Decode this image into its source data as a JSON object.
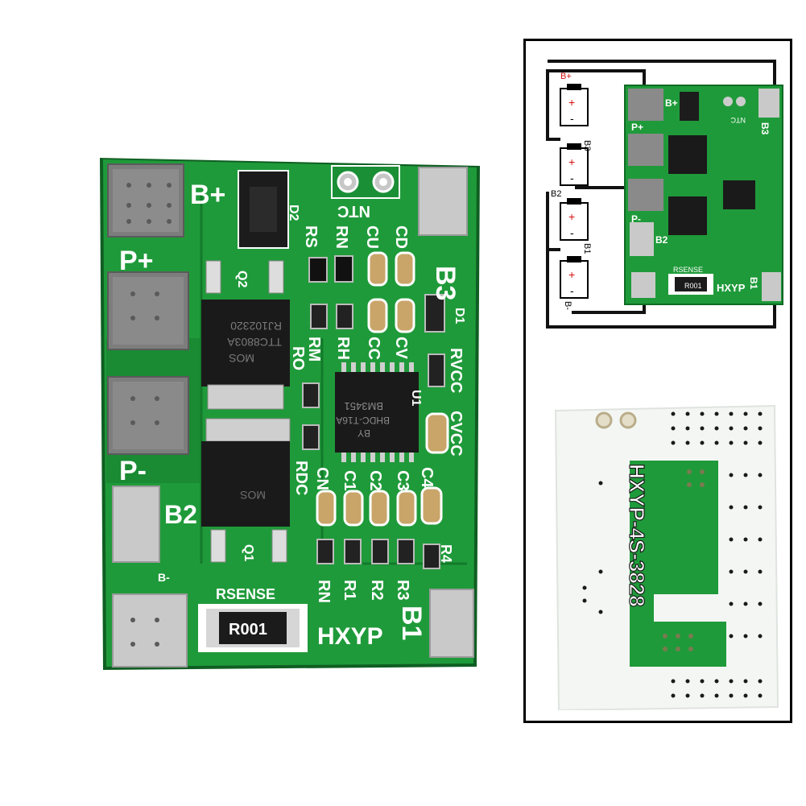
{
  "main_board": {
    "labels": {
      "b_plus": "B+",
      "p_plus": "P+",
      "p_minus": "P-",
      "b2": "B2",
      "b_minus": "B-",
      "b3": "B3",
      "b1": "B1",
      "ntc": "NTC",
      "d2": "D2",
      "d1": "D1",
      "q2": "Q2",
      "q1": "Q1",
      "u1": "U1",
      "rs": "RS",
      "rn_top": "RN",
      "cu": "CU",
      "cd": "CD",
      "rh": "RH",
      "ro": "RO",
      "rm": "RM",
      "cc": "CC",
      "cv": "CV",
      "rvcc": "RVCC",
      "cvcc": "CVCC",
      "rdc": "RDC",
      "cn": "CN",
      "c1": "C1",
      "c2": "C2",
      "c3": "C3",
      "c4": "C4",
      "r4": "R4",
      "rn_bottom": "RN",
      "r1": "R1",
      "r2": "R2",
      "r3": "R3",
      "rsense": "RSENSE",
      "rsense_value": "R001",
      "brand": "HXYP",
      "mosfet_text": "MOS",
      "mosfet_part": "TTC8803A",
      "mosfet_code": "RJ102320",
      "ic_part": "BM3451",
      "ic_code": "BHDC-T16A",
      "ic_rev": "BY"
    }
  },
  "wiring_inset": {
    "labels": {
      "b_plus": "B+",
      "b_minus": "B-",
      "b1": "B1",
      "b2": "B2",
      "b3": "B3",
      "board_b3": "B3",
      "board_b2": "B2",
      "board_b1": "B1",
      "board_p_plus": "P+",
      "board_p_minus": "P-",
      "board_b_plus": "B+",
      "board_ntc": "NTC",
      "rsense": "RSENSE",
      "brand": "HXYP",
      "rsense_value": "R001"
    },
    "cells": [
      {
        "plus": "+",
        "minus": "-"
      },
      {
        "plus": "+",
        "minus": "-"
      },
      {
        "plus": "+",
        "minus": "-"
      },
      {
        "plus": "+",
        "minus": "-"
      }
    ]
  },
  "back_inset": {
    "silkscreen": "HXYP-4S-3828"
  }
}
